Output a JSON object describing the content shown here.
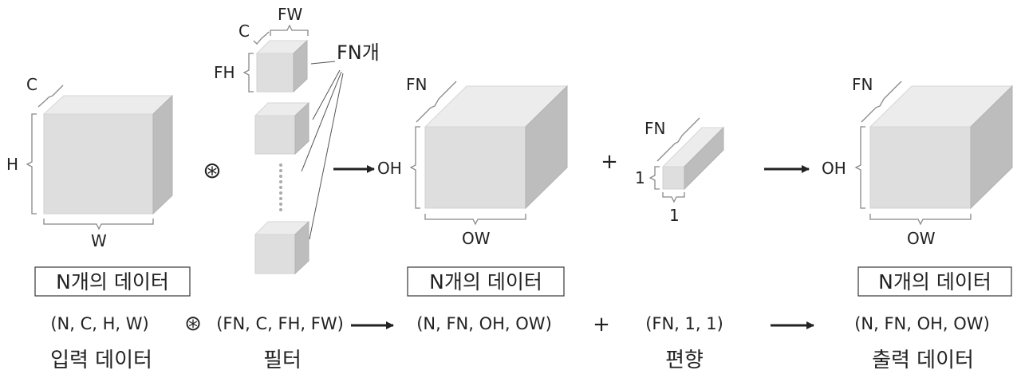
{
  "input_block": {
    "dim_c": "C",
    "dim_h": "H",
    "dim_w": "W",
    "box_label": "N개의 데이터",
    "shape": "(N, C, H, W)",
    "caption": "입력 데이터"
  },
  "op_conv": "⊛",
  "filter_block": {
    "dim_fw": "FW",
    "dim_c": "C",
    "dim_fh": "FH",
    "count_label": "FN개",
    "shape": "(FN, C, FH, FW)",
    "caption": "필터"
  },
  "mid_block": {
    "dim_fn": "FN",
    "dim_oh": "OH",
    "dim_ow": "OW",
    "box_label": "N개의 데이터",
    "shape": "(N, FN, OH, OW)"
  },
  "op_plus": "+",
  "bias_block": {
    "dim_fn": "FN",
    "dim_1_left": "1",
    "dim_1_bottom": "1",
    "shape": "(FN, 1, 1)",
    "caption": "편향"
  },
  "output_block": {
    "dim_fn": "FN",
    "dim_oh": "OH",
    "dim_ow": "OW",
    "box_label": "N개의 데이터",
    "shape": "(N, FN, OH, OW)",
    "caption": "출력 데이터"
  }
}
